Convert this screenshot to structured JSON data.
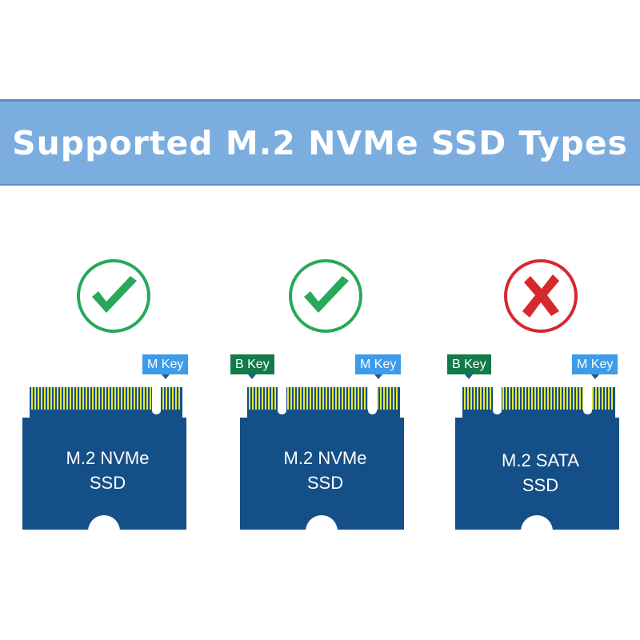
{
  "title": "Supported M.2 NVMe SSD Types",
  "colors": {
    "banner": "#7badde",
    "card": "#154f87",
    "pins": "#e3e93a",
    "supported": "#27a85a",
    "unsupported": "#d6282e",
    "m_key": "#3d9be9",
    "b_key": "#137b48"
  },
  "cards": [
    {
      "status": "supported",
      "icon": "check-circle-icon",
      "line1": "M.2 NVMe",
      "line2": "SSD",
      "keys": [
        "M Key"
      ]
    },
    {
      "status": "supported",
      "icon": "check-circle-icon",
      "line1": "M.2 NVMe",
      "line2": "SSD",
      "keys": [
        "B Key",
        "M Key"
      ]
    },
    {
      "status": "unsupported",
      "icon": "x-circle-icon",
      "line1": "M.2 SATA",
      "line2": "SSD",
      "keys": [
        "B Key",
        "M Key"
      ]
    }
  ]
}
